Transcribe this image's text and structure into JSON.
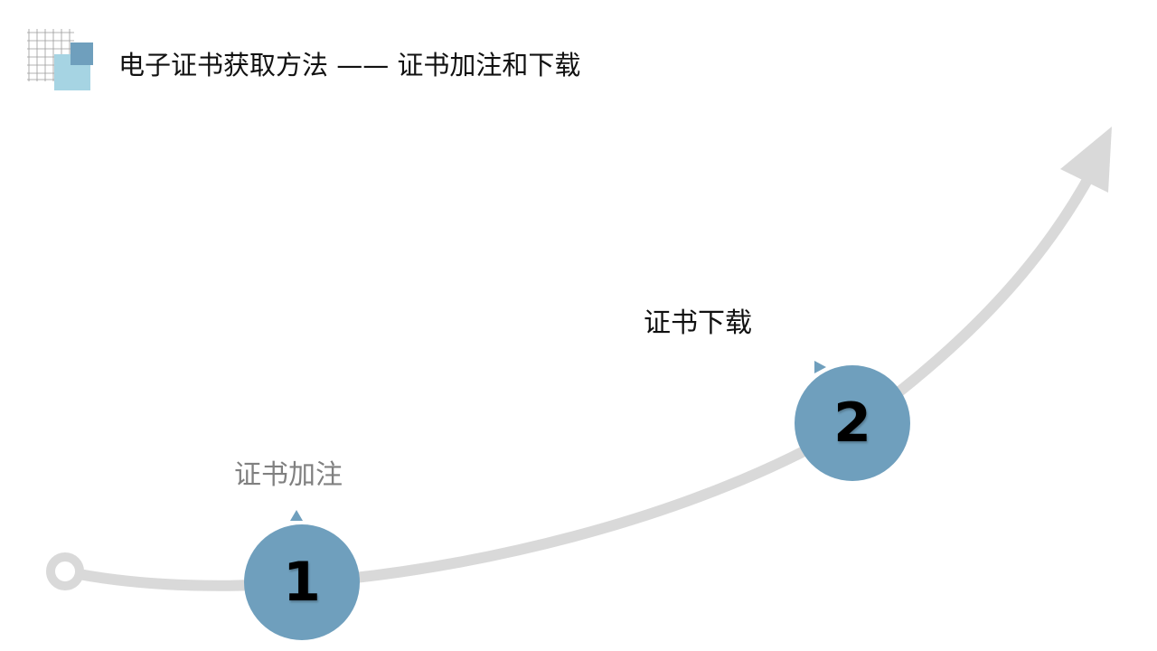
{
  "slide": {
    "title": "电子证书获取方法 —— 证书加注和下载",
    "colors": {
      "accent": "#6f9fbd",
      "accent_light": "#a6d4e3",
      "curve": "#d9d9d9",
      "label_muted": "#808080",
      "label_dark": "#111111"
    },
    "steps": [
      {
        "number": "1",
        "label": "证书加注"
      },
      {
        "number": "2",
        "label": "证书下载"
      }
    ]
  }
}
